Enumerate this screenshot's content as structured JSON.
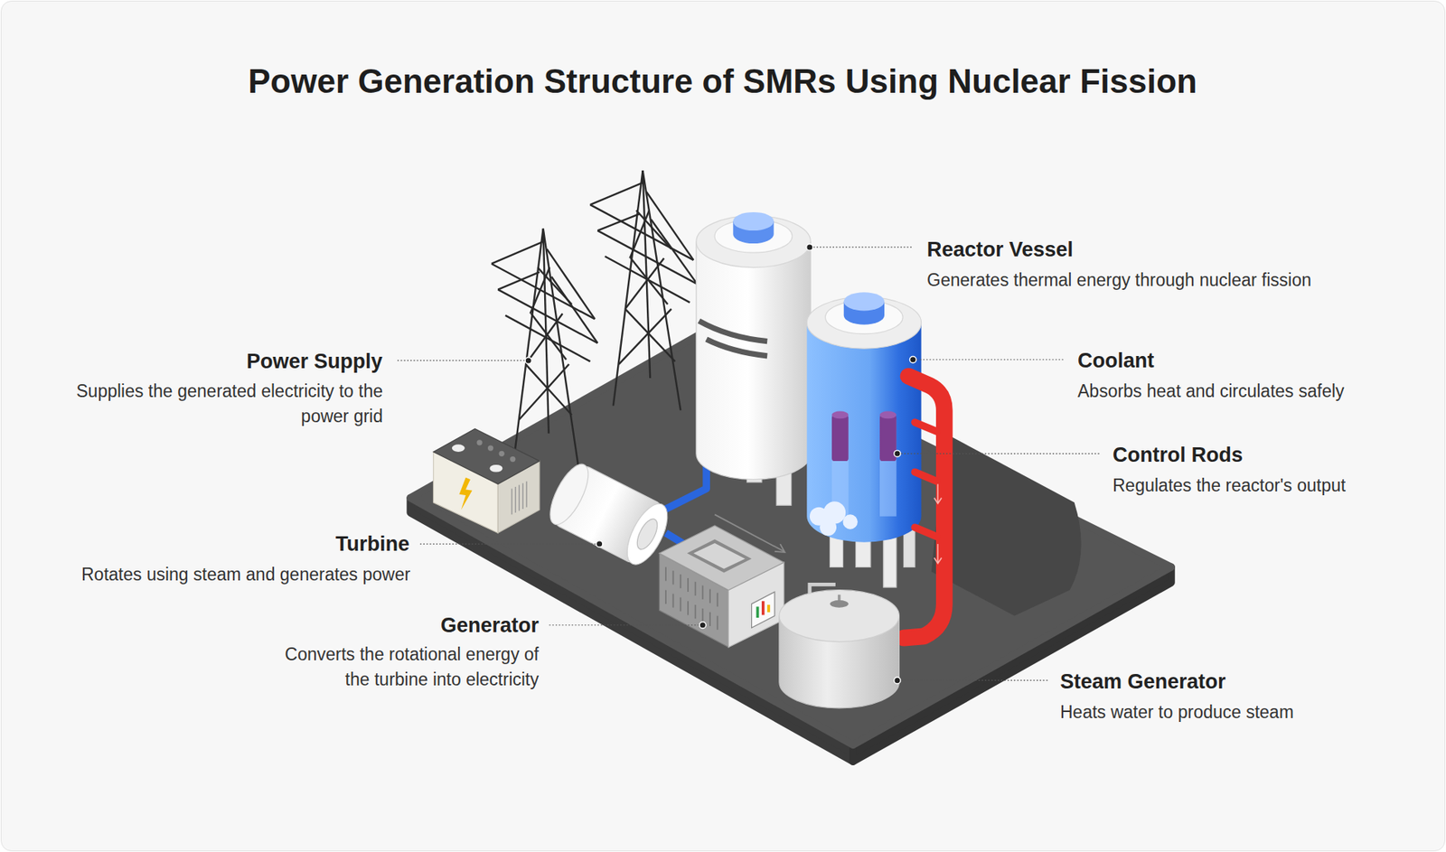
{
  "diagram": {
    "title": "Power Generation Structure of SMRs Using Nuclear Fission",
    "labels": [
      "Reactor Vessel",
      "Generates thermal energy through nuclear fission",
      "Power Supply",
      "Supplies the generated electricity to the power grid",
      "Coolant",
      "Absorbs heat and circulates safely",
      "Control Rods",
      "Regulates the reactor's output",
      "Turbine",
      "Rotates using steam and generates power",
      "Generator",
      "Converts the rotational energy of the turbine into electricity",
      "Steam Generator",
      "Heats water to produce steam"
    ]
  }
}
